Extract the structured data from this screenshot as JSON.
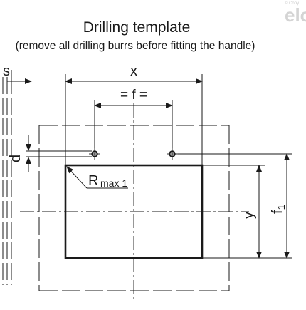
{
  "title": "Drilling template",
  "subtitle": "(remove all drilling burrs before fitting the handle)",
  "labels": {
    "x": "x",
    "f_eq": "= f =",
    "s": "s",
    "d": "d",
    "r": "R",
    "r_sub": "max 1",
    "y": "y",
    "f1": "f",
    "f1_sub": "1"
  },
  "watermark": {
    "logo": "elo",
    "copy": "© Copy"
  },
  "colors": {
    "line": "#1a1a1a",
    "watermark": "#d4d4d4"
  }
}
